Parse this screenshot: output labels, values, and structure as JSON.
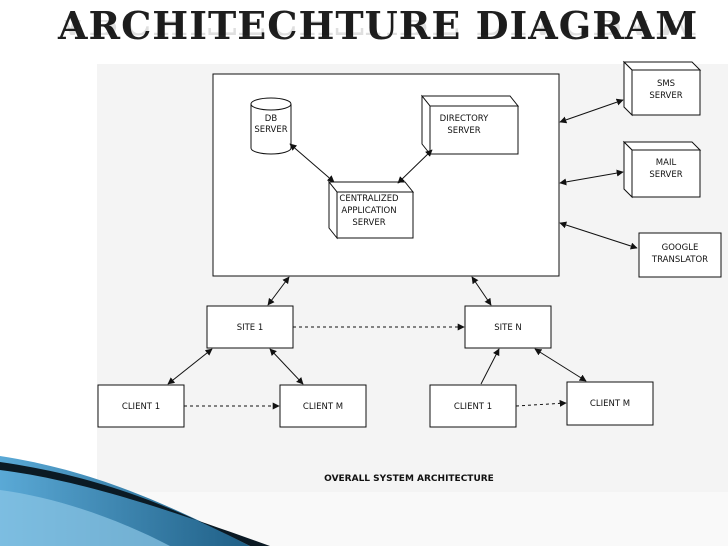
{
  "slide": {
    "title": "ARCHITECHTURE DIAGRAM"
  },
  "diagram": {
    "nodes": {
      "db_server": [
        "DB",
        "SERVER"
      ],
      "directory_server": [
        "DIRECTORY",
        "SERVER"
      ],
      "central_app_server": [
        "CENTRALIZED",
        "APPLICATION",
        "SERVER"
      ],
      "sms_server": [
        "SMS",
        "SERVER"
      ],
      "mail_server": [
        "MAIL",
        "SERVER"
      ],
      "google_translator": [
        "GOOGLE",
        "TRANSLATOR"
      ],
      "site_1": "SITE 1",
      "site_n": "SITE N",
      "client_1_left": "CLIENT 1",
      "client_m_left": "CLIENT M",
      "client_1_right": "CLIENT 1",
      "client_m_right": "CLIENT M"
    },
    "caption": "OVERALL SYSTEM ARCHITECTURE"
  },
  "colors": {
    "slide_bg": "#ffffff",
    "diagram_bg": "#f4f4f4",
    "line": "#111111",
    "accent_blue": "#2f7fb0",
    "accent_dark": "#0b1a24"
  }
}
